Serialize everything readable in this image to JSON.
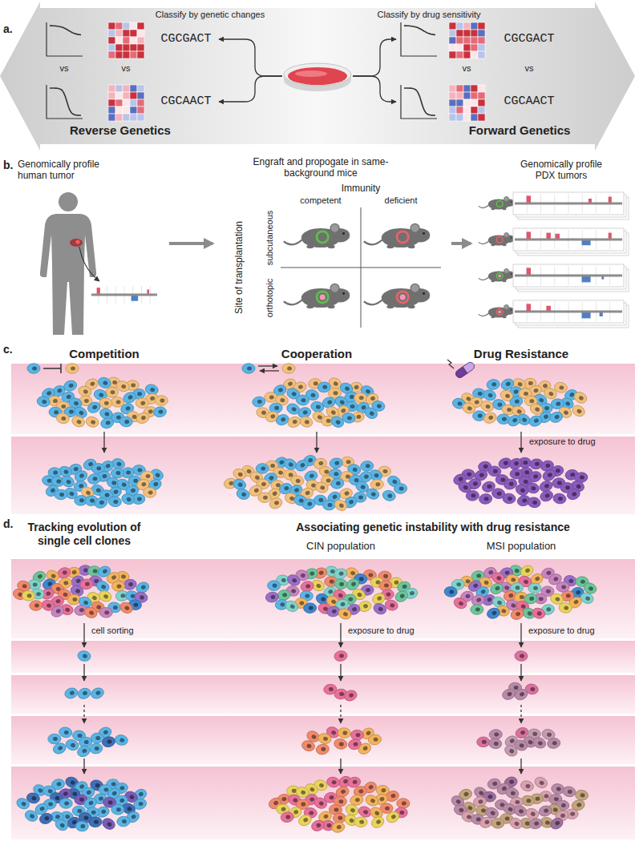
{
  "diagram": {
    "nodes": [
      {
        "text": [
          "Classify by genetic changes",
          "Classify by drug sensitivity",
          "Reverse Genetics",
          "Forward Genetics"
        ]
      },
      {
        "text": [
          "Genomically profile human tumor"
        ]
      },
      {
        "text": [
          "Engraft and propogate in same-background mice"
        ]
      },
      {
        "text": [
          "Genomically profile PDX tumors"
        ]
      }
    ],
    "edges": [
      {
        "from": 1,
        "to": 2,
        "arrow": "to"
      },
      {
        "from": 2,
        "to": 3,
        "arrow": "to"
      }
    ],
    "labels": [
      "a.",
      "vs",
      "vs",
      "CGCGACT",
      "CGCAACT",
      "vs",
      "vs",
      "CGCGACT",
      "CGCAACT",
      "b.",
      "Immunity",
      "competent",
      "deficient",
      "Site of transplantation",
      "subcutaneous",
      "orthotopic",
      "c.",
      "Competition",
      "Cooperation",
      "Drug Resistance",
      "exposure to drug",
      "d.",
      "Tracking evolution of single cell clones",
      "cell sorting",
      "Associating genetic instability with drug resistance",
      "CIN population",
      "MSI population",
      "exposure to drug",
      "exposure to drug"
    ]
  }
}
